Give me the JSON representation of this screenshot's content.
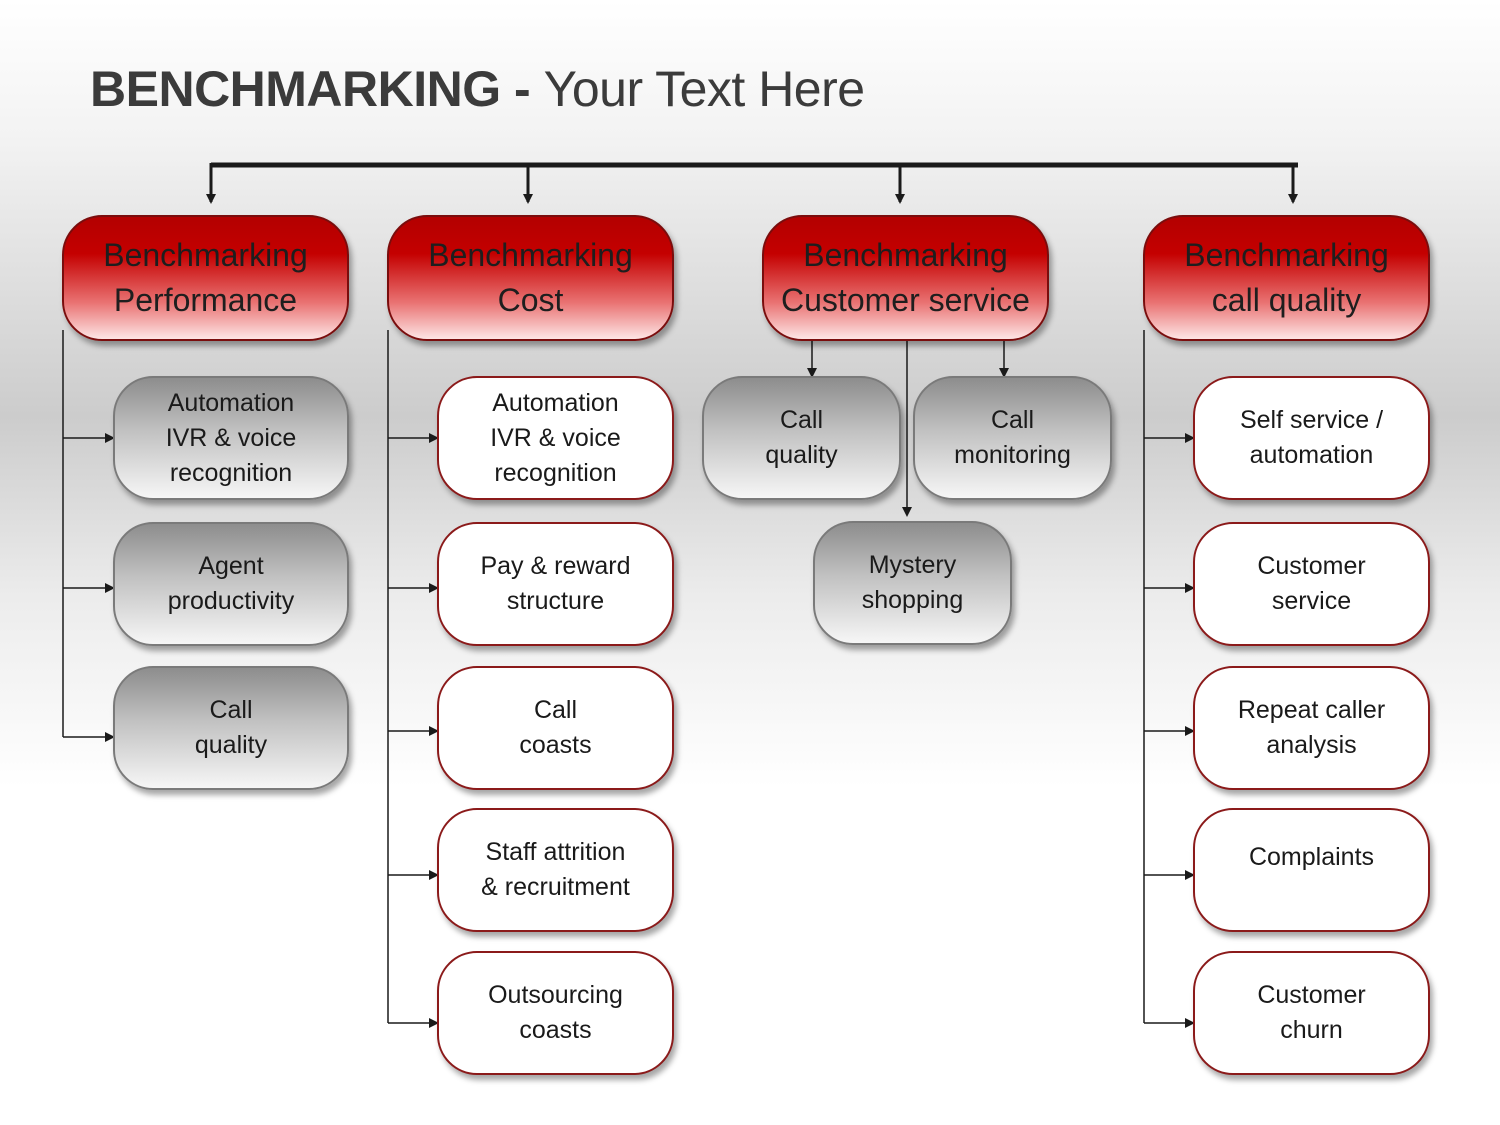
{
  "title": {
    "bold": "BENCHMARKING - ",
    "rest": "Your Text Here"
  },
  "columns": [
    {
      "label": "Benchmarking\nPerformance",
      "items": [
        "Automation\nIVR & voice\nrecognition",
        "Agent\nproductivity",
        "Call\nquality"
      ]
    },
    {
      "label": "Benchmarking\nCost",
      "items": [
        "Automation\nIVR & voice\nrecognition",
        "Pay & reward\nstructure",
        "Call\ncoasts",
        "Staff attrition\n& recruitment",
        "Outsourcing\ncoasts"
      ]
    },
    {
      "label": "Benchmarking\nCustomer service",
      "items": [
        "Call\nquality",
        "Call\nmonitoring",
        "Mystery\nshopping"
      ]
    },
    {
      "label": "Benchmarking\ncall quality",
      "items": [
        "Self service /\nautomation",
        "Customer\nservice",
        "Repeat caller\nanalysis",
        "Complaints",
        "Customer\nchurn"
      ]
    }
  ],
  "colors": {
    "header_red": "#c40000",
    "item_border": "#8b1a1a",
    "connector": "#1a1a1a"
  }
}
